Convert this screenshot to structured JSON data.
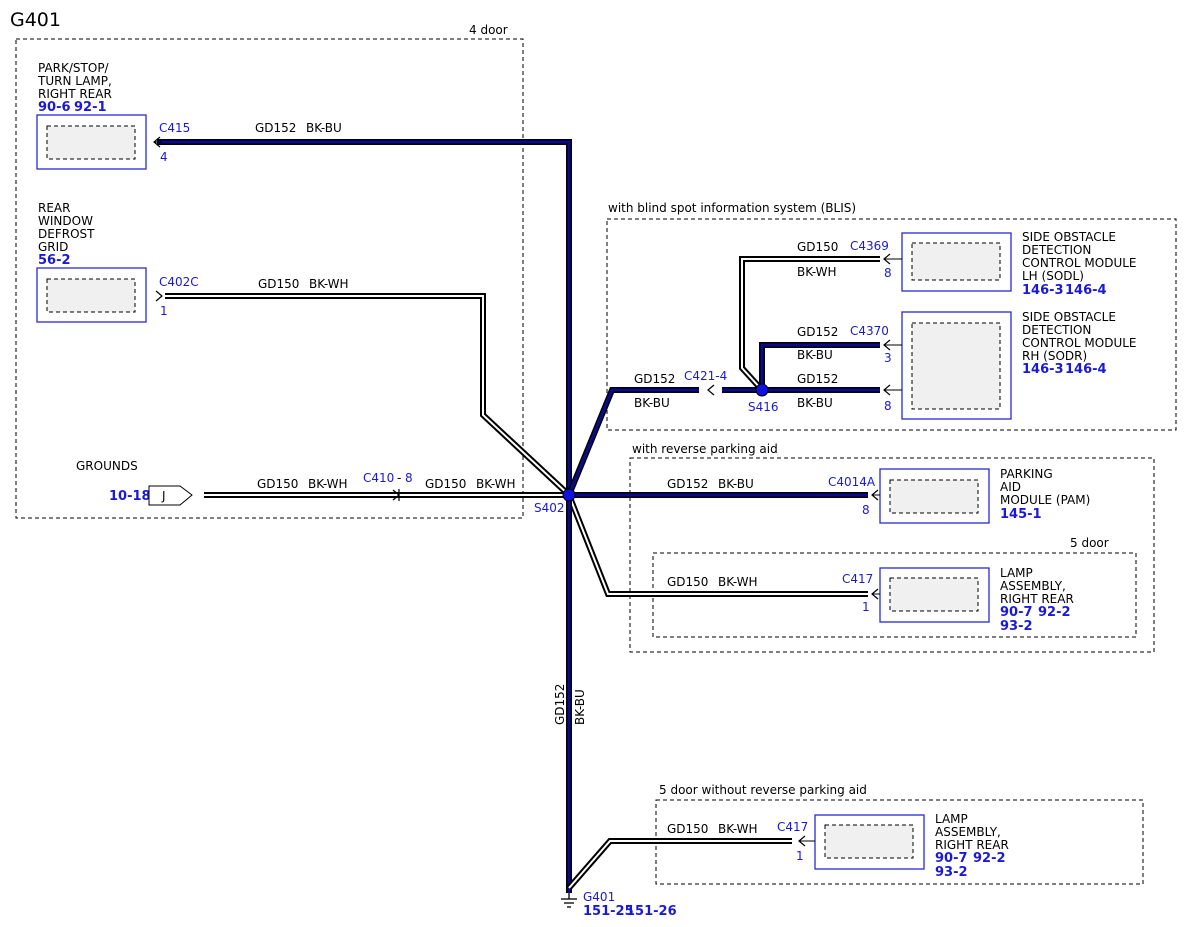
{
  "title": "G401",
  "regions": {
    "four_door": "4 door",
    "blis": "with blind spot information system (BLIS)",
    "rpa": "with reverse parking aid",
    "five_door": "5 door",
    "five_door_no_rpa": "5 door without reverse parking aid"
  },
  "components": {
    "park_lamp": {
      "name": [
        "PARK/STOP/",
        "TURN LAMP,",
        "RIGHT REAR"
      ],
      "refs": [
        "90-6",
        "92-1"
      ]
    },
    "defrost": {
      "name": [
        "REAR",
        "WINDOW",
        "DEFROST",
        "GRID"
      ],
      "refs": [
        "56-2"
      ]
    },
    "sodl": {
      "name": [
        "SIDE OBSTACLE",
        "DETECTION",
        "CONTROL MODULE",
        "LH (SODL)"
      ],
      "refs": [
        "146-3",
        "146-4"
      ]
    },
    "sodr": {
      "name": [
        "SIDE OBSTACLE",
        "DETECTION",
        "CONTROL MODULE",
        "RH (SODR)"
      ],
      "refs": [
        "146-3",
        "146-4"
      ]
    },
    "pam": {
      "name": [
        "PARKING",
        "AID",
        "MODULE (PAM)"
      ],
      "refs": [
        "145-1"
      ]
    },
    "lamp_5door": {
      "name": [
        "LAMP",
        "ASSEMBLY,",
        "RIGHT REAR"
      ],
      "refs": [
        "90-7",
        "92-2",
        "93-2"
      ]
    },
    "lamp_no_rpa": {
      "name": [
        "LAMP",
        "ASSEMBLY,",
        "RIGHT REAR"
      ],
      "refs": [
        "90-7",
        "92-2",
        "93-2"
      ]
    }
  },
  "grounds": {
    "label": "GROUNDS",
    "ref": "10-18",
    "jumper": "J"
  },
  "connectors": {
    "c415": {
      "id": "C415",
      "pin": "4"
    },
    "c402c": {
      "id": "C402C",
      "pin": "1"
    },
    "c410": {
      "id": "C410",
      "sep": "-",
      "pin": "8"
    },
    "c4369": {
      "id": "C4369",
      "pin": "8"
    },
    "c4370": {
      "id": "C4370",
      "pin": "3"
    },
    "c4370b": {
      "pin": "8"
    },
    "c421": {
      "id": "C421-4"
    },
    "c4014a": {
      "id": "C4014A",
      "pin": "8"
    },
    "c417a": {
      "id": "C417",
      "pin": "1"
    },
    "c417b": {
      "id": "C417",
      "pin": "1"
    }
  },
  "splices": {
    "s402": "S402",
    "s416": "S416"
  },
  "ground_point": {
    "id": "G401",
    "refs": [
      "151-25",
      "151-26"
    ]
  },
  "wires": {
    "gd152": "GD152",
    "gd150": "GD150",
    "bkbu": "BK-BU",
    "bkwh": "BK-WH"
  }
}
